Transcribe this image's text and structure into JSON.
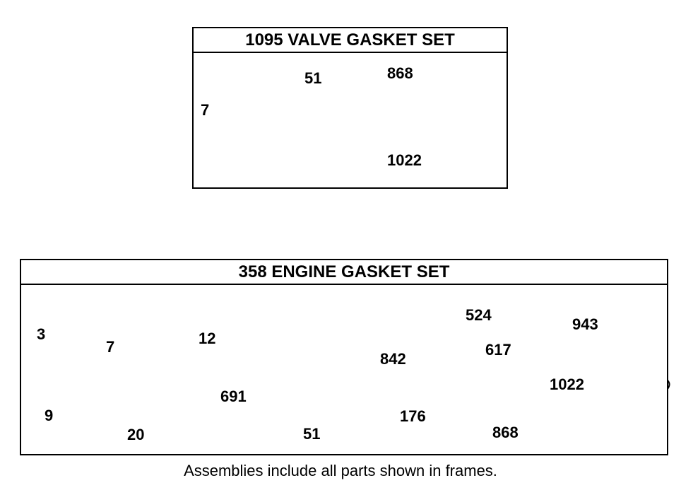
{
  "valve_set": {
    "title": "1095 VALVE GASKET SET",
    "labels": {
      "p7": "7",
      "p51": "51",
      "p868": "868",
      "p1022": "1022"
    }
  },
  "engine_set": {
    "title": "358 ENGINE GASKET SET",
    "labels": {
      "p3": "3",
      "p7": "7",
      "p12": "12",
      "p524": "524",
      "p943": "943",
      "p842": "842",
      "p617": "617",
      "p1022": "1022",
      "p691": "691",
      "p9": "9",
      "p20": "20",
      "p51": "51",
      "p176": "176",
      "p868": "868"
    }
  },
  "footnote": "Assemblies include all parts shown in frames."
}
